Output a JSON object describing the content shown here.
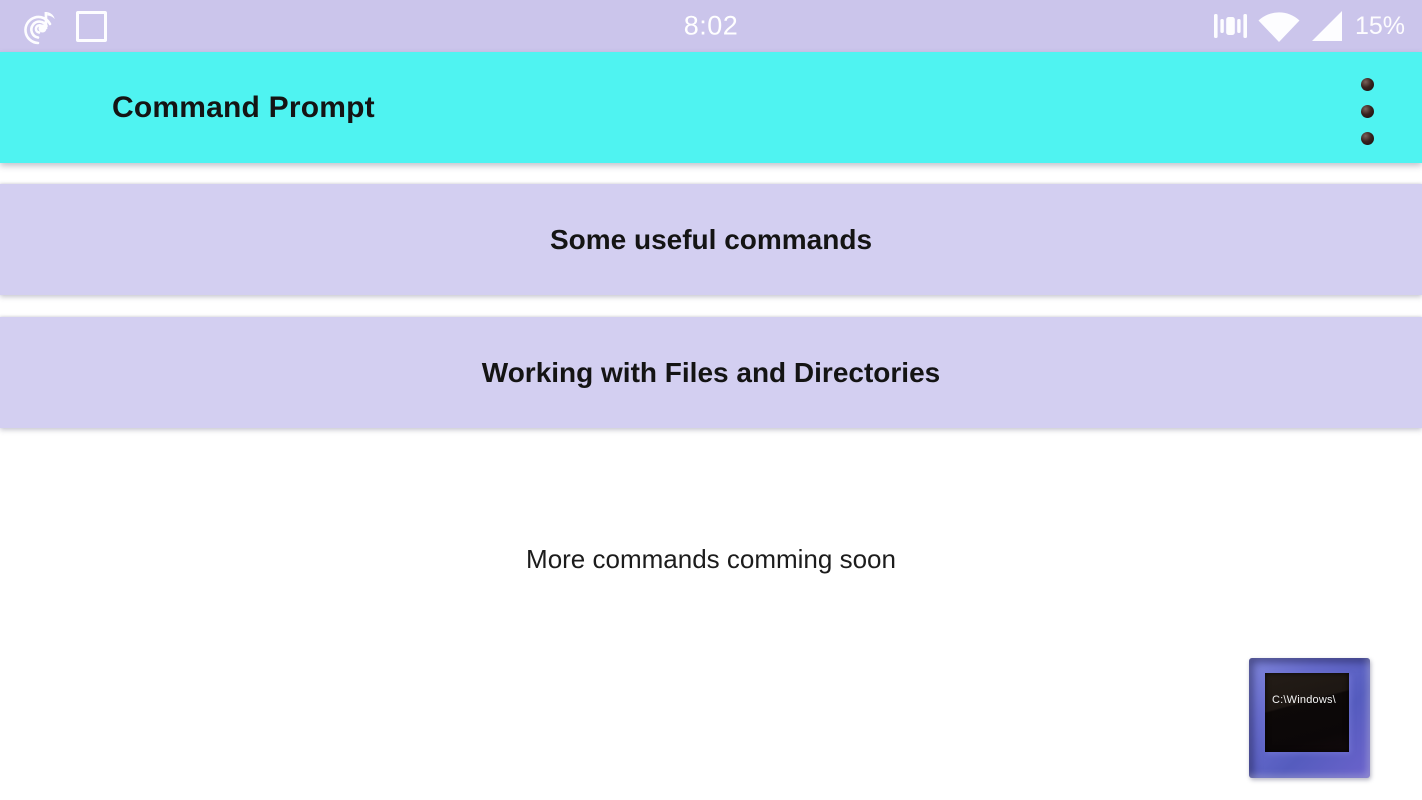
{
  "status_bar": {
    "time": "8:02",
    "battery_percent": "15%",
    "left_icons": [
      "music-notification-icon",
      "screenshot-icon"
    ],
    "right_icons": [
      "vibrate-icon",
      "wifi-icon",
      "cellular-signal-icon"
    ]
  },
  "app_bar": {
    "title": "Command Prompt",
    "overflow_menu": "overflow-menu-icon"
  },
  "menu": {
    "items": [
      {
        "label": "Some useful commands"
      },
      {
        "label": "Working with Files and Directories"
      }
    ]
  },
  "note": {
    "text": "More commands comming soon"
  },
  "floating_icon": {
    "screen_text": "C:\\Windows\\"
  },
  "colors": {
    "status_bar_bg": "#cbc5eb",
    "app_bar_bg": "#4ff3f1",
    "band_bg": "#d3cff1",
    "page_bg": "#ffffff",
    "status_icon": "#fdfdff",
    "title_text": "#141414",
    "accent_frame": "#6a6fd0"
  }
}
